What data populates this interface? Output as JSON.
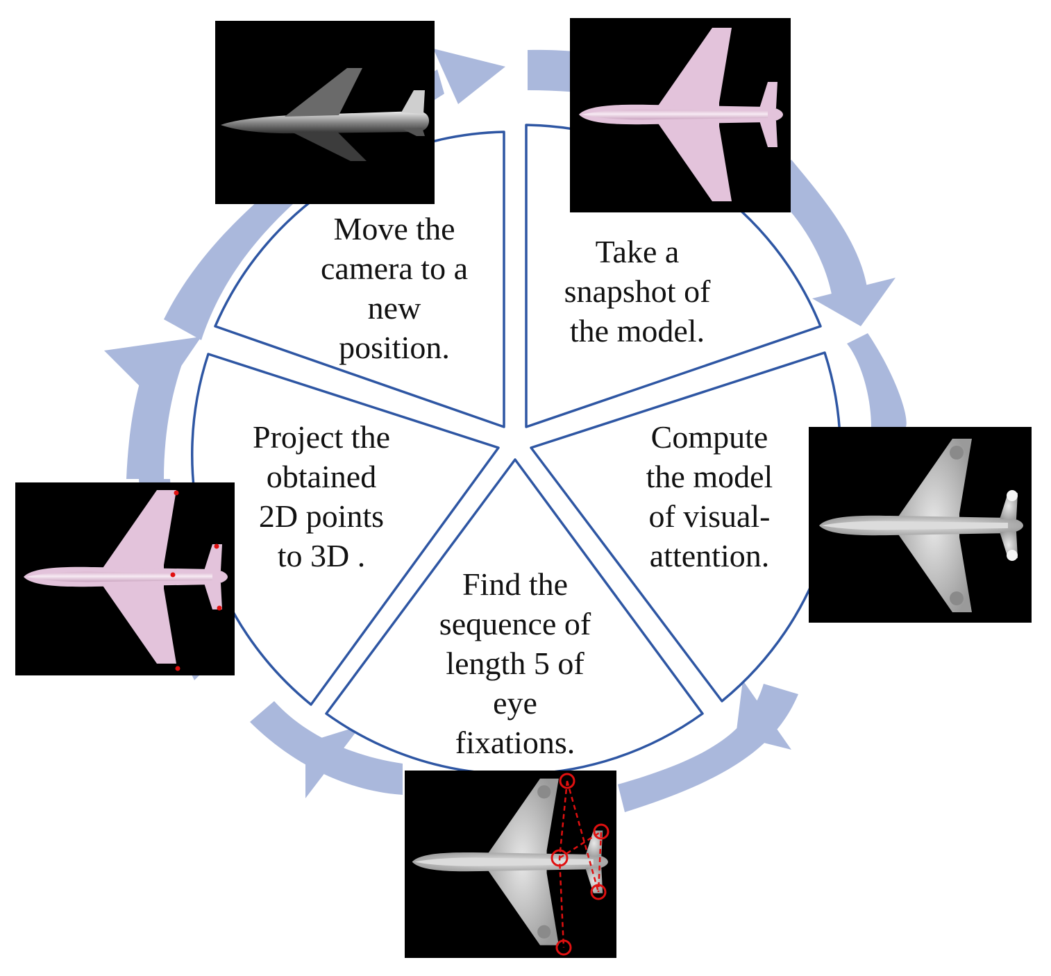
{
  "colors": {
    "cycle_arrow": "#aab8dc",
    "segment_stroke": "#2e56a3",
    "panel_bg": "#000000",
    "plane_pink": "#e3c3db",
    "plane_gray": "#c8c8c8",
    "fixation_marker": "#e01010"
  },
  "steps": [
    {
      "id": "move",
      "lines": [
        "Move the",
        "camera to a",
        "new",
        "position."
      ],
      "image": "gray-perspective-airplane"
    },
    {
      "id": "snapshot",
      "lines": [
        "Take a",
        "snapshot of",
        "the model."
      ],
      "image": "pink-top-view-airplane"
    },
    {
      "id": "attention",
      "lines": [
        "Compute",
        "the model",
        "of visual-",
        "attention."
      ],
      "image": "saliency-map-airplane"
    },
    {
      "id": "fixations",
      "lines": [
        "Find the",
        "sequence of",
        "length 5 of",
        "eye",
        "fixations."
      ],
      "image": "saliency-with-fixations-airplane"
    },
    {
      "id": "project",
      "lines": [
        "Project the",
        "obtained",
        "2D points",
        "to 3D ."
      ],
      "image": "pink-airplane-with-3d-points"
    }
  ]
}
